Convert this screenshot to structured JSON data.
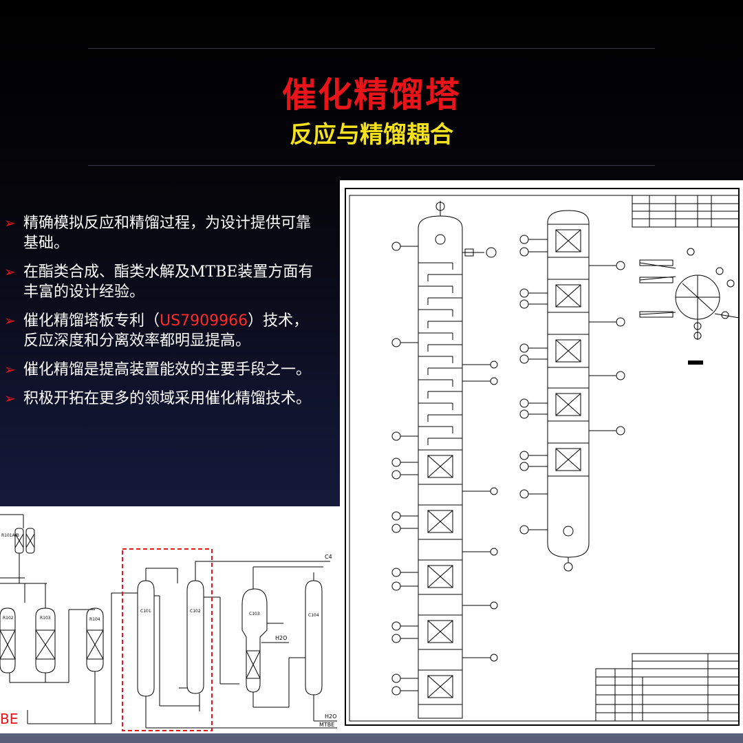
{
  "slide": {
    "title": "催化精馏塔",
    "subtitle": "反应与精馏耦合"
  },
  "bullets": [
    {
      "text": "精确模拟反应和精馏过程，为设计提供可靠基础。"
    },
    {
      "text": "在酯类合成、酯类水解及MTBE装置方面有丰富的设计经验。"
    },
    {
      "text_before": "催化精馏塔板专利（",
      "patent": "US7909966",
      "text_after": "）技术，反应深度和分离效率都明显提高。"
    },
    {
      "text": "催化精馏是提高装置能效的主要手段之一。"
    },
    {
      "text": "积极开拓在更多的领域采用催化精馏技术。"
    }
  ],
  "flow_diagram": {
    "units": {
      "r101": "R101A/B",
      "r102": "R102",
      "r103": "R103",
      "r104": "R104",
      "c101": "C101",
      "c102": "C102",
      "c103": "C103",
      "c104": "C104"
    },
    "streams": {
      "c4": "C4",
      "h2o_feed": "H2O",
      "h2o_out": "H2O",
      "mtbe_out": "MTBE",
      "product_label": "BE"
    },
    "colors": {
      "highlight_box": "#e8141a",
      "product_label": "#e8141a"
    }
  },
  "colors": {
    "title": "#e8141a",
    "subtitle": "#f6e21c",
    "bullet_arrow": "#e8141a",
    "patent": "#ff2a2a"
  }
}
